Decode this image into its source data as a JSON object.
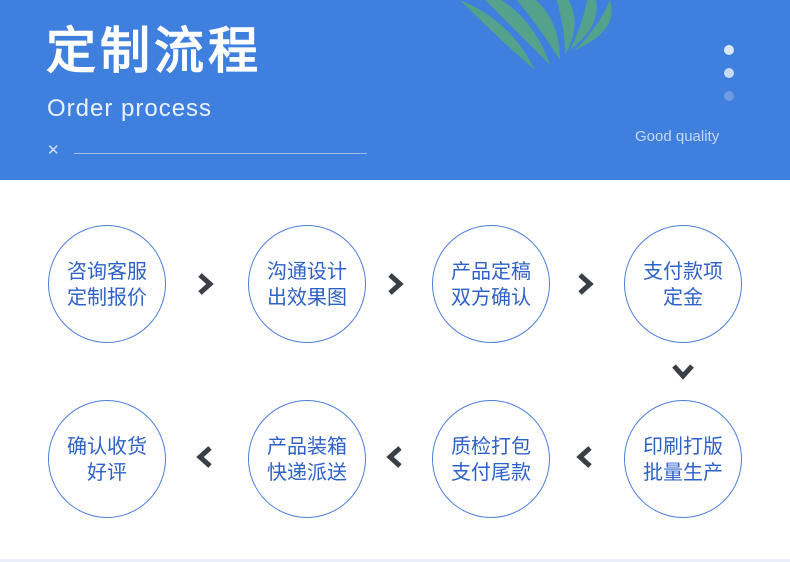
{
  "header": {
    "title_cn": "定制流程",
    "title_en": "Order process",
    "tagline": "Good quality",
    "background_color": "#3f7fdd",
    "icons": [
      "close-icon",
      "palm-leaf-decoration",
      "carousel-dots"
    ]
  },
  "steps_row1": [
    {
      "line1": "咨询客服",
      "line2": "定制报价"
    },
    {
      "line1": "沟通设计",
      "line2": "出效果图"
    },
    {
      "line1": "产品定稿",
      "line2": "双方确认"
    },
    {
      "line1": "支付款项",
      "line2": "定金"
    }
  ],
  "steps_row2": [
    {
      "line1": "确认收货",
      "line2": "好评"
    },
    {
      "line1": "产品装箱",
      "line2": "快递派送"
    },
    {
      "line1": "质检打包",
      "line2": "支付尾款"
    },
    {
      "line1": "印刷打版",
      "line2": "批量生产"
    }
  ],
  "colors": {
    "circle_border": "#4d7fd8",
    "step_text": "#2e62c8",
    "arrow": "#3a3f47"
  }
}
